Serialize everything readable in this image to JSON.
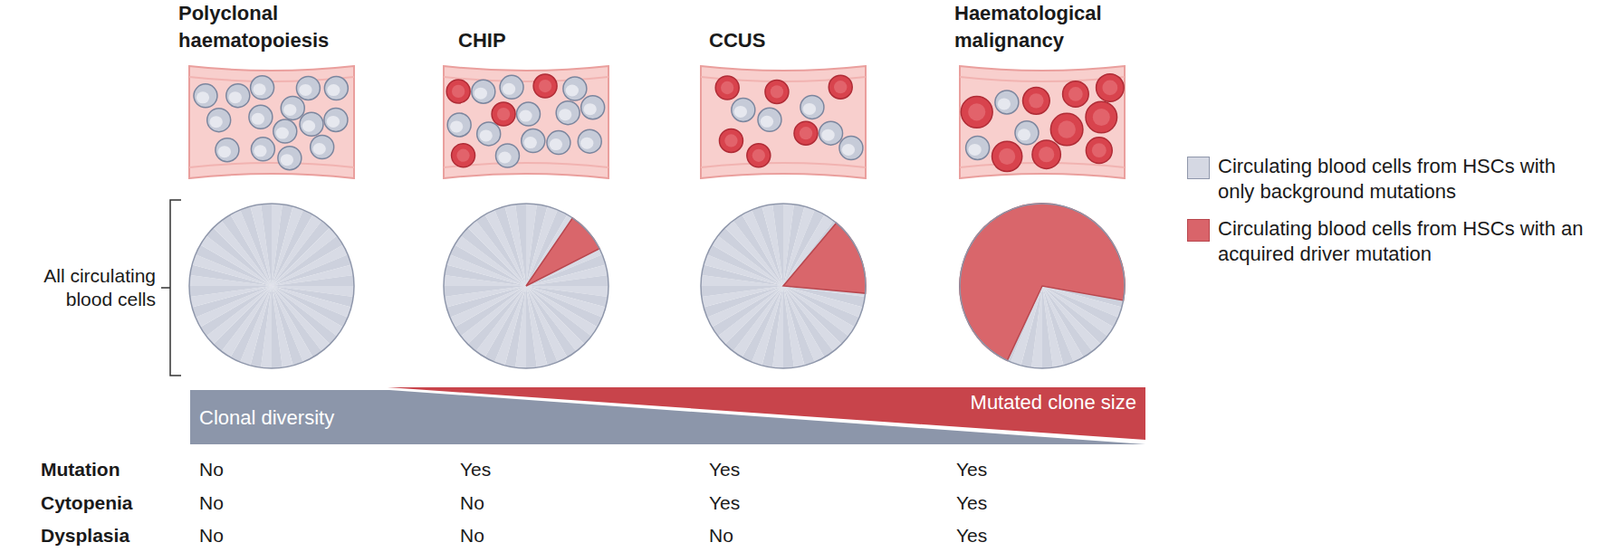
{
  "diagram": {
    "nodes": [
      {
        "text": [
          "Clonal diversity"
        ]
      },
      {
        "text": [
          "Mutated clone size"
        ]
      }
    ],
    "labels": [
      "Polyclonal haematopoiesis",
      "CHIP",
      "CCUS",
      "Haematological malignancy",
      "All circulating blood cells",
      "Mutation",
      "No",
      "Yes",
      "Yes",
      "Yes",
      "Cytopenia",
      "No",
      "No",
      "Yes",
      "Yes",
      "Dysplasia",
      "No",
      "No",
      "No",
      "Yes"
    ],
    "legend": [
      {
        "text": "Circulating blood cells from HSCs with only background mutations",
        "color": "#d5d8e3"
      },
      {
        "text": "Circulating blood cells from HSCs with an acquired driver mutation",
        "color": "#d9646a"
      }
    ]
  }
}
